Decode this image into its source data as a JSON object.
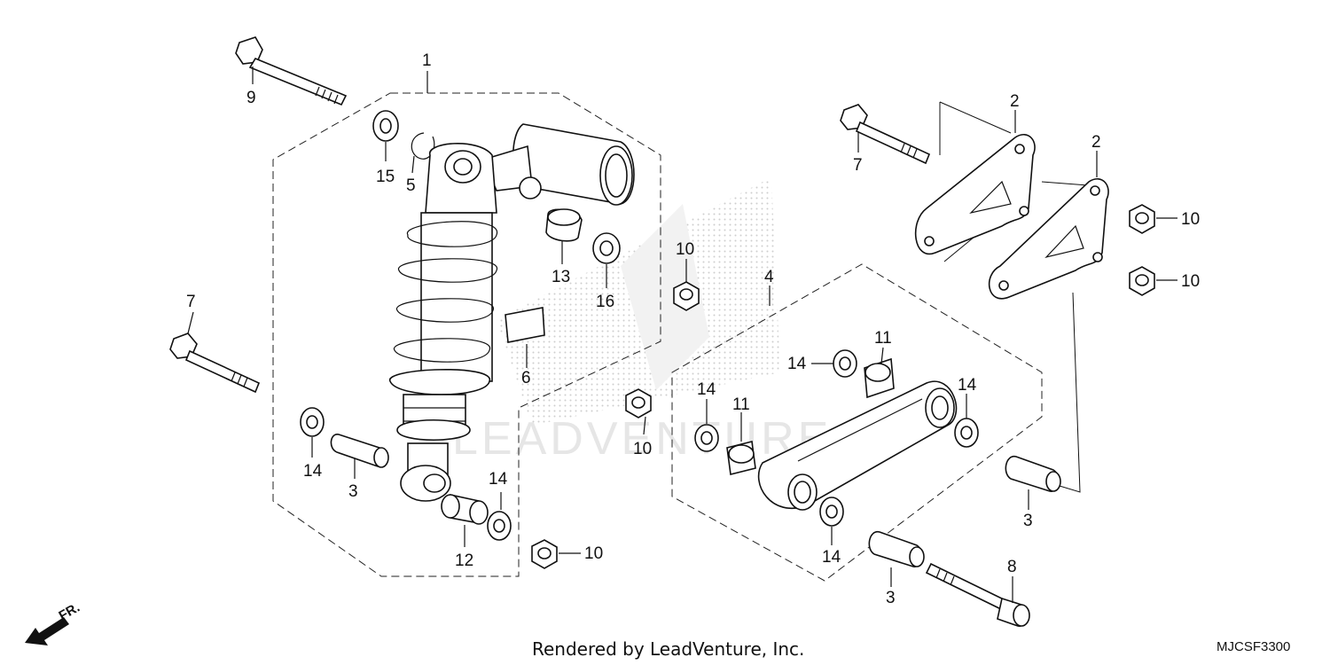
{
  "diagram": {
    "callouts": {
      "c1": "1",
      "c2a": "2",
      "c2b": "2",
      "c3a": "3",
      "c3b": "3",
      "c3c": "3",
      "c4": "4",
      "c5": "5",
      "c6": "6",
      "c7a": "7",
      "c7b": "7",
      "c8": "8",
      "c9": "9",
      "c10a": "10",
      "c10b": "10",
      "c10c": "10",
      "c10d": "10",
      "c10e": "10",
      "c11a": "11",
      "c11b": "11",
      "c12": "12",
      "c13": "13",
      "c14a": "14",
      "c14b": "14",
      "c14c": "14",
      "c14d": "14",
      "c14e": "14",
      "c14f": "14",
      "c15": "15",
      "c16": "16"
    },
    "watermark": "LEADVENTURE",
    "front_label": "FR.",
    "footer": "Rendered by LeadVenture, Inc.",
    "diagram_code": "MJCSF3300"
  }
}
